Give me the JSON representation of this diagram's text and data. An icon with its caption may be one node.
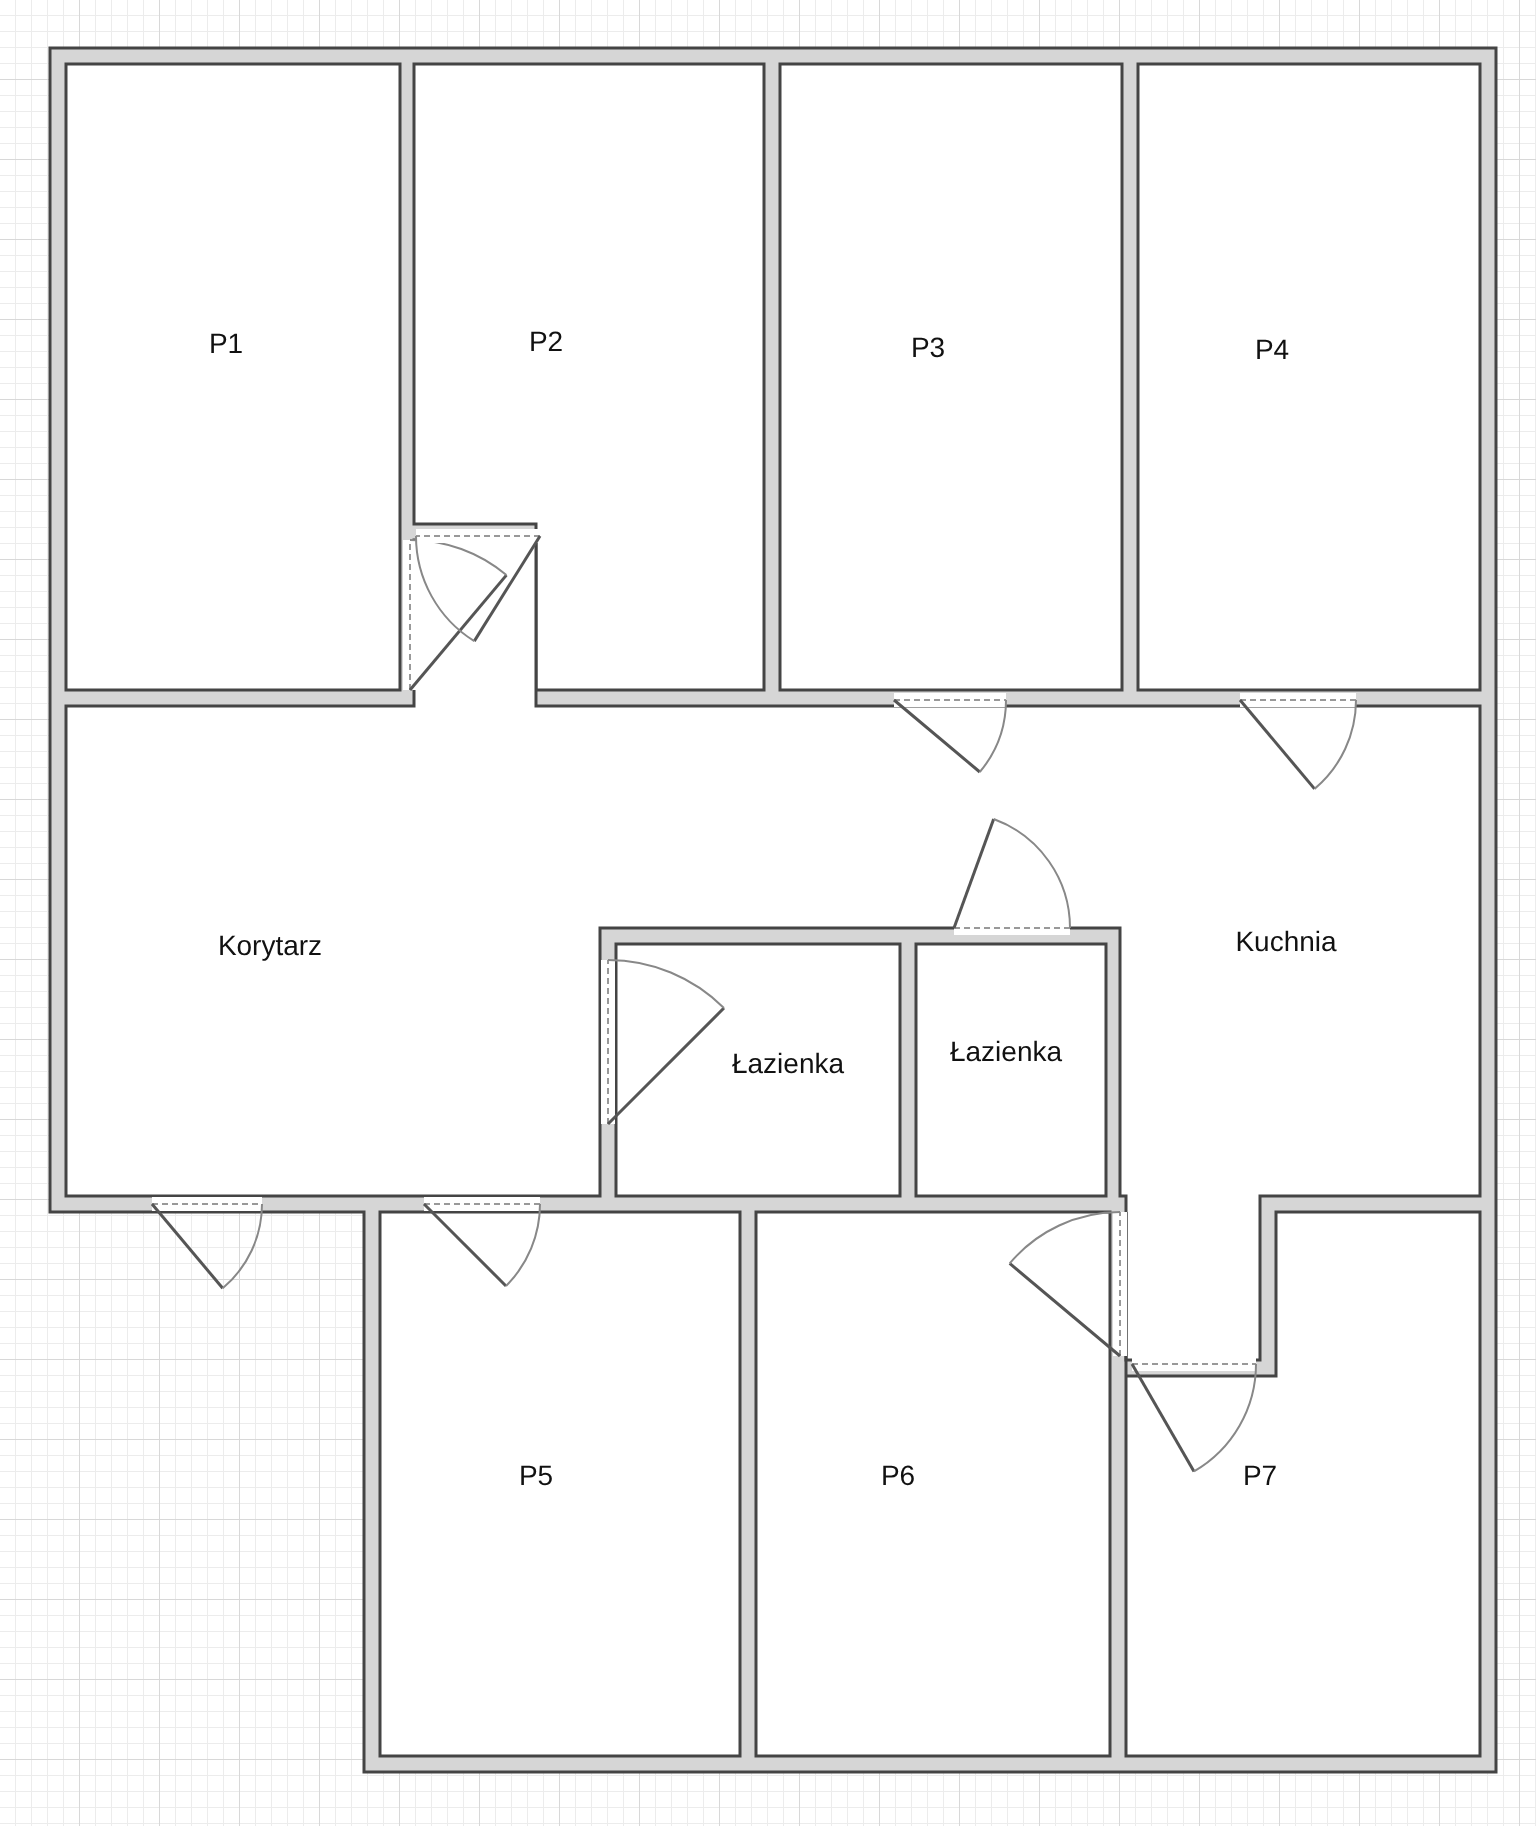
{
  "diagram": {
    "nodes": [
      {
        "text": [
          "P1"
        ]
      },
      {
        "text": [
          "P2"
        ]
      },
      {
        "text": [
          "P3"
        ]
      },
      {
        "text": [
          "P4"
        ]
      },
      {
        "text": [
          "Korytarz"
        ]
      },
      {
        "text": [
          "Kuchnia"
        ]
      },
      {
        "text": [
          "Łazienka"
        ]
      },
      {
        "text": [
          "Łazienka"
        ]
      },
      {
        "text": [
          "P5"
        ]
      },
      {
        "text": [
          "P6"
        ]
      },
      {
        "text": [
          "P7"
        ]
      }
    ]
  }
}
